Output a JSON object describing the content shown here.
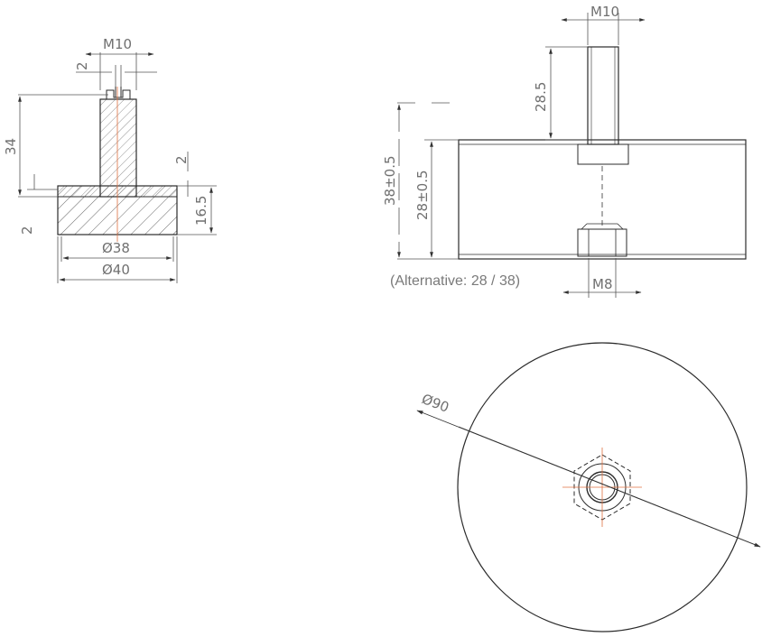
{
  "colors": {
    "outline": "#2b2b2b",
    "dimension": "#555555",
    "dimension_text": "#707070",
    "centerline": "#e07040",
    "hatch": "#666666",
    "background": "#ffffff"
  },
  "section_view": {
    "thread": "M10",
    "slot_width": "2",
    "total_height": "34",
    "base_height": "16.5",
    "top_step": "2",
    "bottom_step": "2",
    "inner_diameter": "Ø38",
    "outer_diameter": "Ø40"
  },
  "side_view": {
    "thread": "M10",
    "stud_length": "28.5",
    "height_outer": "38±0.5",
    "height_inner": "28±0.5",
    "nut_thread": "M8",
    "alternative_note": "(Alternative: 28 / 38)"
  },
  "top_view": {
    "diameter": "Ø90"
  }
}
